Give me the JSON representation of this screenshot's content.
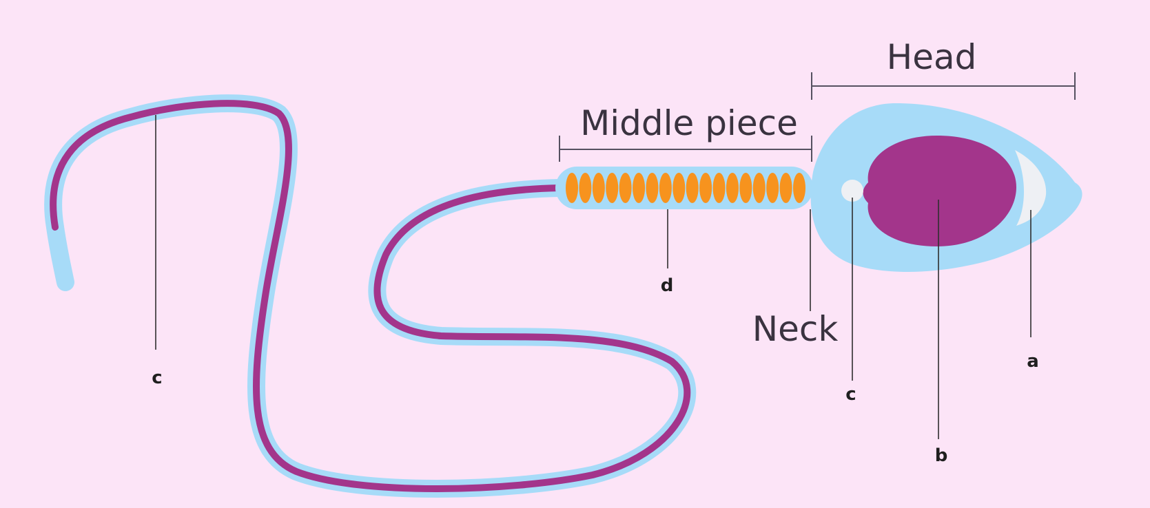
{
  "labels": {
    "head": "Head",
    "middle_piece": "Middle piece",
    "neck": "Neck",
    "a": "a",
    "b": "b",
    "c_centriole": "c",
    "d": "d",
    "e": "c"
  },
  "colors": {
    "background": "#fce4f7",
    "membrane": "#a7dbf8",
    "nucleus": "#a3358b",
    "tail": "#a3358b",
    "mitochondria": "#f7931e",
    "acrosome": "#eef0f4",
    "centriole": "#eef0f4"
  },
  "mitochondria_count": 18
}
